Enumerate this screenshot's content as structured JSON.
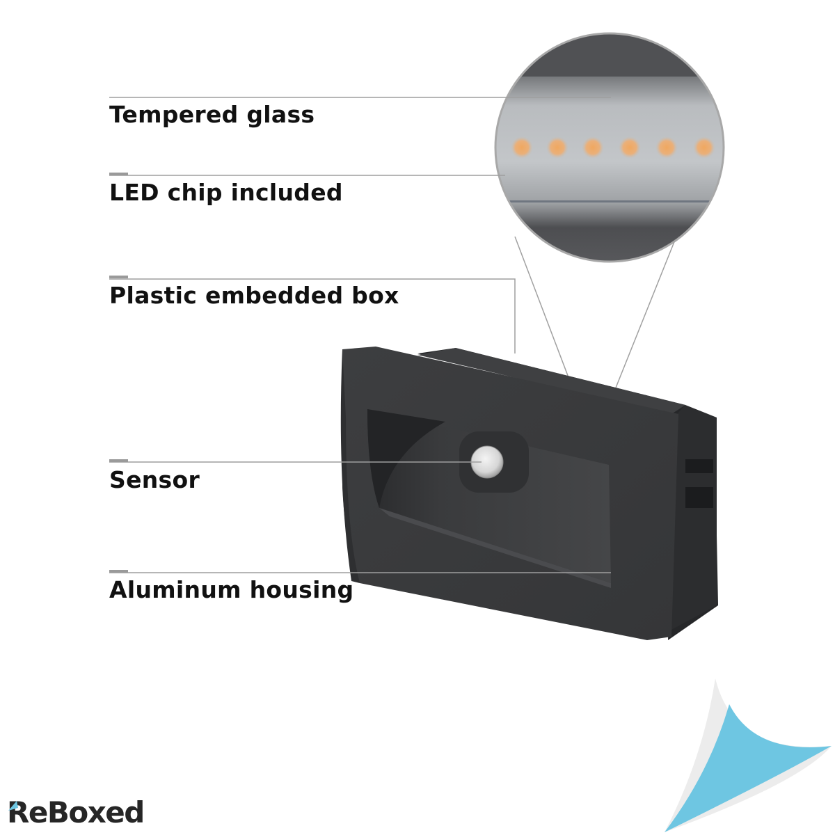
{
  "product": {
    "subject": "Recessed LED step/stair light with motion sensor",
    "body_color": "#3b3b3d",
    "led_color": "#f0a860"
  },
  "callouts": [
    {
      "label": "Tempered glass"
    },
    {
      "label": "LED chip included"
    },
    {
      "label": "Plastic embedded box"
    },
    {
      "label": "Sensor"
    },
    {
      "label": "Aluminum housing"
    }
  ],
  "zoom_inset": {
    "led_count": 6
  },
  "brand": {
    "logo_text": "ReBoxed",
    "accent_color": "#6ec6e2"
  }
}
